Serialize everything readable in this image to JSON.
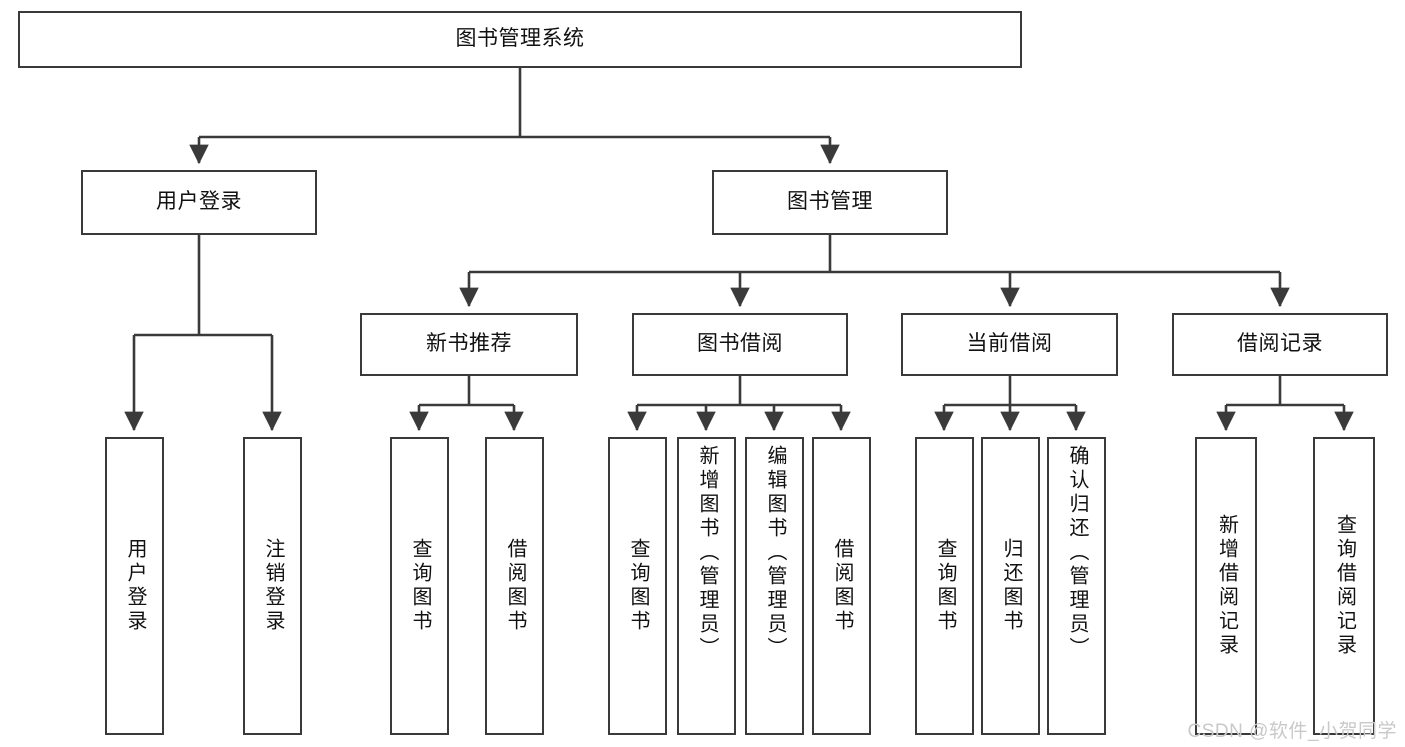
{
  "diagram": {
    "type": "tree-flowchart",
    "title_node": {
      "label": "图书管理系统"
    },
    "level1": [
      {
        "id": "user-login",
        "label": "用户登录"
      },
      {
        "id": "book-management",
        "label": "图书管理"
      }
    ],
    "level2": [
      {
        "id": "new-book-recommend",
        "label": "新书推荐",
        "parent": "book-management"
      },
      {
        "id": "book-borrow",
        "label": "图书借阅",
        "parent": "book-management"
      },
      {
        "id": "current-borrow",
        "label": "当前借阅",
        "parent": "book-management"
      },
      {
        "id": "borrow-record",
        "label": "借阅记录",
        "parent": "book-management"
      }
    ],
    "leaves": {
      "user-login": [
        {
          "id": "leaf-user-login",
          "label": "用户登录"
        },
        {
          "id": "leaf-logout-login",
          "label": "注销登录"
        }
      ],
      "new-book-recommend": [
        {
          "id": "leaf-query-book-1",
          "label": "查询图书"
        },
        {
          "id": "leaf-borrow-book-1",
          "label": "借阅图书"
        }
      ],
      "book-borrow": [
        {
          "id": "leaf-query-book-2",
          "label": "查询图书"
        },
        {
          "id": "leaf-add-book",
          "label": "新增图书（管理员）"
        },
        {
          "id": "leaf-edit-book",
          "label": "编辑图书（管理员）"
        },
        {
          "id": "leaf-borrow-book-2",
          "label": "借阅图书"
        }
      ],
      "current-borrow": [
        {
          "id": "leaf-query-book-3",
          "label": "查询图书"
        },
        {
          "id": "leaf-return-book",
          "label": "归还图书"
        },
        {
          "id": "leaf-confirm-return",
          "label": "确认归还（管理员）"
        }
      ],
      "borrow-record": [
        {
          "id": "leaf-add-record",
          "label": "新增借阅记录"
        },
        {
          "id": "leaf-query-record",
          "label": "查询借阅记录"
        }
      ]
    }
  },
  "watermark": {
    "text": "CSDN @软件_小贺同学"
  },
  "colors": {
    "stroke": "#3a3a3a",
    "box_fill": "#ffffff",
    "text": "#111111",
    "watermark": "#c9c9c9"
  }
}
